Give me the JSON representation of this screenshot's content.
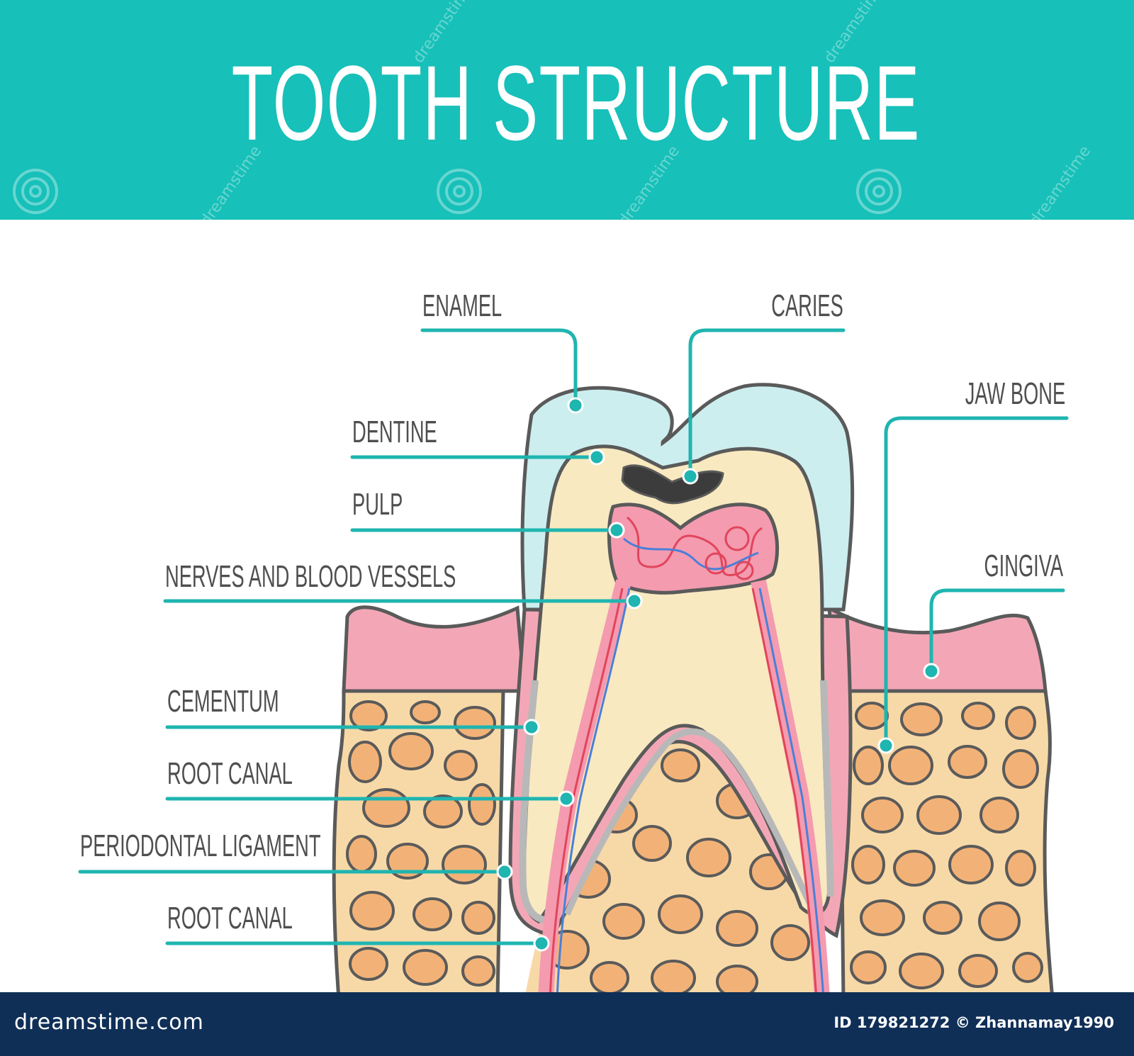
{
  "title": "TOOTH STRUCTURE",
  "labels": {
    "enamel": "ENAMEL",
    "caries": "CARIES",
    "dentine": "DENTINE",
    "pulp": "PULP",
    "nerves": "NERVES AND BLOOD VESSELS",
    "cementum": "CEMENTUM",
    "root_canal_1": "ROOT CANAL",
    "periodontal": "PERIODONTAL LIGAMENT",
    "root_canal_2": "ROOT CANAL",
    "jaw_bone": "JAW BONE",
    "gingiva": "GINGIVA"
  },
  "watermark": "dreamstime",
  "footer": {
    "site": "dreamstime.com",
    "credit": "ID 179821272 © Zhannamay1990"
  },
  "colors": {
    "header": "#17c0b9",
    "leader": "#1fb5b0",
    "enamel": "#cdeeee",
    "dentine": "#f8e9c0",
    "pulp": "#f49bb0",
    "gum": "#f3a7b6",
    "bone": "#f7d9a8",
    "bone_cells": "#f2b277",
    "footer": "#0f2f57"
  }
}
